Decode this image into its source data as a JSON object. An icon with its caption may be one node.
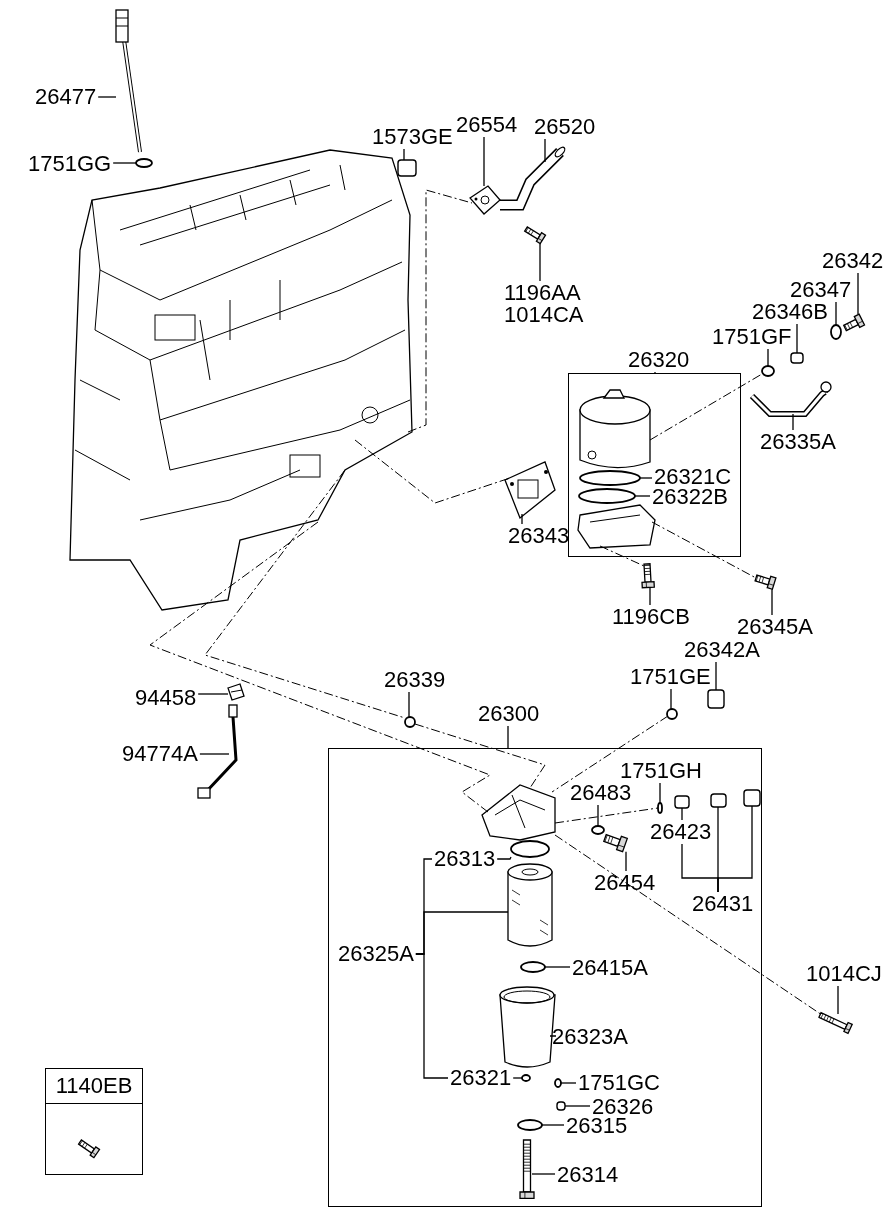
{
  "diagram": {
    "nodes": [
      {
        "text": [
          "26477"
        ]
      },
      {
        "text": [
          "1751GG"
        ]
      },
      {
        "text": [
          "1573GE"
        ]
      },
      {
        "text": [
          "26554"
        ]
      },
      {
        "text": [
          "26520"
        ]
      },
      {
        "text": [
          "1196AA",
          "1014CA"
        ]
      },
      {
        "text": [
          "26342"
        ]
      },
      {
        "text": [
          "26347"
        ]
      },
      {
        "text": [
          "26346B"
        ]
      },
      {
        "text": [
          "1751GF"
        ]
      },
      {
        "text": [
          "26320"
        ]
      },
      {
        "text": [
          "26321C"
        ],
        "in": 10
      },
      {
        "text": [
          "26322B"
        ],
        "in": 10
      },
      {
        "text": [
          "26343"
        ]
      },
      {
        "text": [
          "26335A"
        ]
      },
      {
        "text": [
          "1196CB"
        ]
      },
      {
        "text": [
          "26345A"
        ]
      },
      {
        "text": [
          "26342A"
        ]
      },
      {
        "text": [
          "1751GE"
        ]
      },
      {
        "text": [
          "26339"
        ]
      },
      {
        "text": [
          "94458"
        ]
      },
      {
        "text": [
          "94774A"
        ]
      },
      {
        "text": [
          "26300"
        ]
      },
      {
        "text": [
          "1751GH"
        ],
        "in": 22
      },
      {
        "text": [
          "26483"
        ],
        "in": 22
      },
      {
        "text": [
          "26423"
        ],
        "in": 22
      },
      {
        "text": [
          "26454"
        ],
        "in": 22
      },
      {
        "text": [
          "26431"
        ],
        "in": 22
      },
      {
        "text": [
          "26313"
        ],
        "in": 22
      },
      {
        "text": [
          "26325A"
        ],
        "in": 22
      },
      {
        "text": [
          "26415A"
        ],
        "in": 22
      },
      {
        "text": [
          "26323A"
        ],
        "in": 22
      },
      {
        "text": [
          "26321"
        ],
        "in": 22
      },
      {
        "text": [
          "1751GC"
        ],
        "in": 22
      },
      {
        "text": [
          "26326"
        ],
        "in": 22
      },
      {
        "text": [
          "26315"
        ],
        "in": 22
      },
      {
        "text": [
          "26314"
        ],
        "in": 22
      },
      {
        "text": [
          "1014CJ"
        ]
      },
      {
        "text": [
          "1140EB"
        ]
      },
      {
        "text": [],
        "shape": "picture"
      },
      {
        "text": [],
        "shape": "circle"
      },
      {
        "text": [],
        "shape": "box"
      },
      {
        "text": [],
        "shape": "picture"
      },
      {
        "text": [],
        "shape": "picture"
      },
      {
        "text": [],
        "shape": "picture"
      },
      {
        "text": [],
        "shape": "picture"
      },
      {
        "text": [],
        "shape": "circle"
      },
      {
        "text": [],
        "shape": "box"
      },
      {
        "text": [],
        "shape": "circle"
      },
      {
        "text": [],
        "shape": "circle",
        "in": 10
      },
      {
        "text": [],
        "shape": "circle",
        "in": 10
      },
      {
        "text": [],
        "shape": "picture"
      },
      {
        "text": [],
        "shape": "picture"
      },
      {
        "text": [],
        "shape": "picture"
      },
      {
        "text": [],
        "shape": "picture"
      },
      {
        "text": [],
        "shape": "box"
      },
      {
        "text": [],
        "shape": "circle"
      },
      {
        "text": [],
        "shape": "circle"
      },
      {
        "text": [],
        "shape": "picture"
      },
      {
        "text": [],
        "shape": "picture"
      },
      {
        "text": [],
        "shape": "circle",
        "in": 22
      },
      {
        "text": [],
        "shape": "circle",
        "in": 22
      },
      {
        "text": [],
        "shape": "box",
        "in": 22
      },
      {
        "text": [],
        "shape": "picture",
        "in": 22
      },
      {
        "text": [],
        "shape": "box",
        "in": 22
      },
      {
        "text": [],
        "shape": "box",
        "in": 22
      },
      {
        "text": [],
        "shape": "circle",
        "in": 22
      },
      {
        "text": [],
        "shape": "picture",
        "in": 22
      },
      {
        "text": [],
        "shape": "circle",
        "in": 22
      },
      {
        "text": [],
        "shape": "picture",
        "in": 22
      },
      {
        "text": [],
        "shape": "circle",
        "in": 22
      },
      {
        "text": [],
        "shape": "circle",
        "in": 22
      },
      {
        "text": [],
        "shape": "box",
        "in": 22
      },
      {
        "text": [],
        "shape": "circle",
        "in": 22
      },
      {
        "text": [],
        "shape": "picture",
        "in": 22
      },
      {
        "text": [],
        "shape": "picture"
      },
      {
        "text": [],
        "shape": "picture"
      },
      {
        "text": [],
        "shape": "picture",
        "in": 10
      },
      {
        "text": [],
        "shape": "picture",
        "in": 22
      },
      {
        "text": [],
        "shape": "picture",
        "in": 10
      }
    ],
    "edges": [
      {
        "from": 0,
        "to": 39,
        "arrow": "none"
      },
      {
        "from": 1,
        "to": 40,
        "arrow": "none"
      },
      {
        "from": 2,
        "to": 41,
        "arrow": "none"
      },
      {
        "from": 3,
        "to": 42,
        "arrow": "none"
      },
      {
        "from": 4,
        "to": 43,
        "arrow": "none"
      },
      {
        "from": 5,
        "to": 44,
        "arrow": "none"
      },
      {
        "from": 6,
        "to": 45,
        "arrow": "none"
      },
      {
        "from": 7,
        "to": 46,
        "arrow": "none"
      },
      {
        "from": 8,
        "to": 47,
        "arrow": "none"
      },
      {
        "from": 9,
        "to": 48,
        "arrow": "none"
      },
      {
        "from": 11,
        "to": 49,
        "arrow": "none"
      },
      {
        "from": 12,
        "to": 50,
        "arrow": "none"
      },
      {
        "from": 13,
        "to": 51,
        "arrow": "none"
      },
      {
        "from": 14,
        "to": 52,
        "arrow": "none"
      },
      {
        "from": 15,
        "to": 53,
        "arrow": "none"
      },
      {
        "from": 16,
        "to": 54,
        "arrow": "none"
      },
      {
        "from": 17,
        "to": 55,
        "arrow": "none"
      },
      {
        "from": 18,
        "to": 56,
        "arrow": "none"
      },
      {
        "from": 19,
        "to": 57,
        "arrow": "none"
      },
      {
        "from": 20,
        "to": 58,
        "arrow": "none"
      },
      {
        "from": 21,
        "to": 59,
        "arrow": "none"
      },
      {
        "from": 23,
        "to": 60,
        "arrow": "none"
      },
      {
        "from": 24,
        "to": 61,
        "arrow": "none"
      },
      {
        "from": 25,
        "to": 62,
        "arrow": "none"
      },
      {
        "from": 26,
        "to": 63,
        "arrow": "none"
      },
      {
        "from": 27,
        "to": 25,
        "arrow": "none"
      },
      {
        "from": 27,
        "to": 64,
        "arrow": "none"
      },
      {
        "from": 27,
        "to": 65,
        "arrow": "none"
      },
      {
        "from": 28,
        "to": 66,
        "arrow": "none"
      },
      {
        "from": 29,
        "to": 28,
        "arrow": "none"
      },
      {
        "from": 29,
        "to": 67,
        "arrow": "none"
      },
      {
        "from": 29,
        "to": 32,
        "arrow": "none"
      },
      {
        "from": 30,
        "to": 68,
        "arrow": "none"
      },
      {
        "from": 31,
        "to": 69,
        "arrow": "none"
      },
      {
        "from": 32,
        "to": 70,
        "arrow": "none"
      },
      {
        "from": 33,
        "to": 71,
        "arrow": "none"
      },
      {
        "from": 34,
        "to": 72,
        "arrow": "none"
      },
      {
        "from": 35,
        "to": 73,
        "arrow": "none"
      },
      {
        "from": 36,
        "to": 74,
        "arrow": "none"
      },
      {
        "from": 37,
        "to": 75,
        "arrow": "none"
      },
      {
        "from": 76,
        "to": 42,
        "arrow": "none",
        "style": "dashed"
      },
      {
        "from": 76,
        "to": 51,
        "arrow": "none",
        "style": "dashed"
      },
      {
        "from": 77,
        "to": 48,
        "arrow": "none",
        "style": "dashed"
      },
      {
        "from": 79,
        "to": 53,
        "arrow": "none",
        "style": "dashed"
      },
      {
        "from": 79,
        "to": 54,
        "arrow": "none",
        "style": "dashed"
      },
      {
        "from": 76,
        "to": 78,
        "arrow": "none",
        "style": "dashed"
      },
      {
        "from": 76,
        "to": 57,
        "arrow": "none",
        "style": "dashed"
      },
      {
        "from": 57,
        "to": 78,
        "arrow": "none",
        "style": "dashed"
      },
      {
        "from": 56,
        "to": 78,
        "arrow": "none",
        "style": "dashed"
      },
      {
        "from": 78,
        "to": 75,
        "arrow": "none",
        "style": "dashed"
      },
      {
        "from": 78,
        "to": 60,
        "arrow": "none",
        "style": "dashed"
      }
    ]
  }
}
